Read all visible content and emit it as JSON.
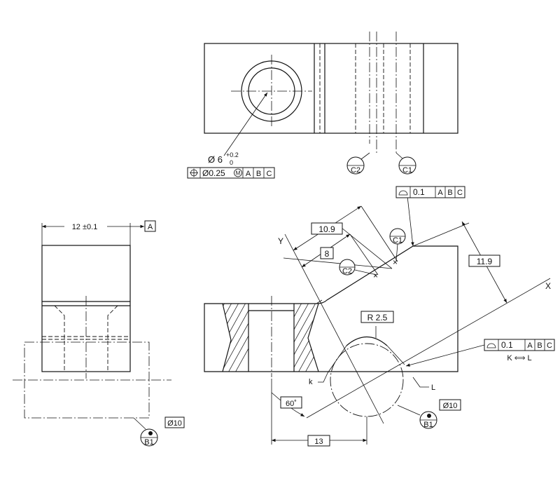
{
  "top_view": {
    "hole_diameter": "Ø 6",
    "hole_tol_upper": "+0.2",
    "hole_tol_lower": "0",
    "position_frame": {
      "tolerance": "Ø0.25",
      "modifier": "M",
      "datums": [
        "A",
        "B",
        "C"
      ]
    },
    "datum_c2": "C2",
    "datum_c1": "C1"
  },
  "side_view": {
    "width_dim": "12 ±0.1",
    "datum_a": "A",
    "datum_b1": "B1",
    "b1_size": "Ø10"
  },
  "front_view": {
    "profile_frame_top": {
      "tolerance": "0.1",
      "datums": [
        "A",
        "B",
        "C"
      ]
    },
    "profile_frame_right": {
      "tolerance": "0.1",
      "datums": [
        "A",
        "B",
        "C"
      ]
    },
    "between_label": "K ⟺ L",
    "dim_10_9": "10.9",
    "dim_8": "8",
    "dim_11_9": "11.9",
    "radius": "R 2.5",
    "angle": "60˚",
    "dim_13": "13",
    "axis_x": "X",
    "axis_y": "Y",
    "label_k": "k",
    "label_l": "L",
    "datum_c1": "C1",
    "datum_c2": "C2",
    "datum_b1": "B1",
    "b1_size": "Ø10"
  }
}
